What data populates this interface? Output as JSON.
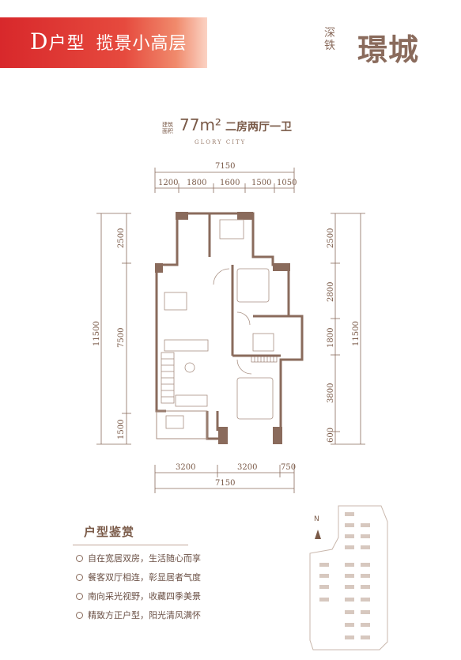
{
  "header": {
    "type_letter": "D",
    "type_label": "户型",
    "slogan": "揽景小高层"
  },
  "logo": {
    "line1": "深",
    "line2": "铁",
    "name": "璟城"
  },
  "area": {
    "label_top": "建筑",
    "label_bottom": "面积",
    "value": "77m²",
    "layout": "二房两厅一卫"
  },
  "brand_en": "GLORY CITY",
  "dimensions": {
    "top_total": "7150",
    "top_segments": [
      "1200",
      "1800",
      "1600",
      "1500",
      "1050"
    ],
    "bottom_segments": [
      "3200",
      "3200",
      "750"
    ],
    "bottom_total": "7150",
    "left_total": "11500",
    "left_segments": [
      "2500",
      "7500",
      "1500"
    ],
    "right_total": "11500",
    "right_segments": [
      "2500",
      "2800",
      "1800",
      "3800",
      "600"
    ]
  },
  "features": {
    "title": "户型鉴赏",
    "items": [
      "自在宽居双房，生活随心而享",
      "餐客双厅相连，彰显居者气度",
      "南向采光视野，收藏四季美景",
      "精致方正户型，阳光清风满怀"
    ]
  },
  "site_map": {
    "north_label": "N"
  }
}
